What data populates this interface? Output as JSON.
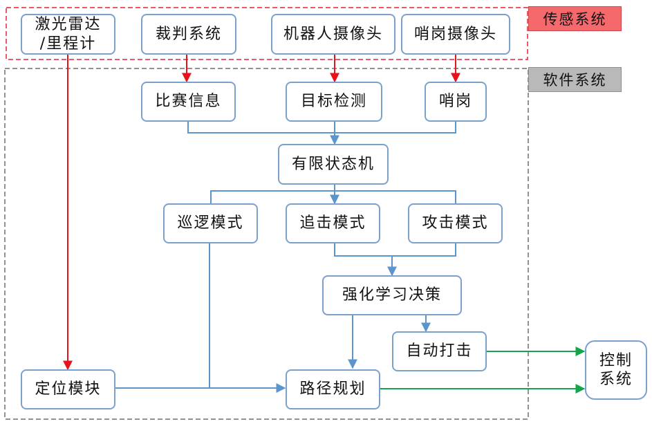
{
  "regions": {
    "sensor": {
      "label": "传感系统"
    },
    "software": {
      "label": "软件系统"
    }
  },
  "nodes": {
    "lidar_line1": "激光雷达",
    "lidar_line2": "/里程计",
    "referee": "裁判系统",
    "robot_camera": "机器人摄像头",
    "sentry_camera": "哨岗摄像头",
    "match_info": "比赛信息",
    "target_detection": "目标检测",
    "sentry": "哨岗",
    "fsm": "有限状态机",
    "patrol": "巡逻模式",
    "chase": "追击模式",
    "attack": "攻击模式",
    "rl_decision": "强化学习决策",
    "auto_strike": "自动打击",
    "localization": "定位模块",
    "path_planning": "路径规划",
    "control_line1": "控制",
    "control_line2": "系统"
  },
  "colors": {
    "sensor_border": "#e8212b",
    "software_border": "#6d6d6d",
    "box_border": "#7aa0cc",
    "arrow_red": "#e8121b",
    "arrow_blue": "#5b95cc",
    "arrow_green": "#12a54a"
  }
}
